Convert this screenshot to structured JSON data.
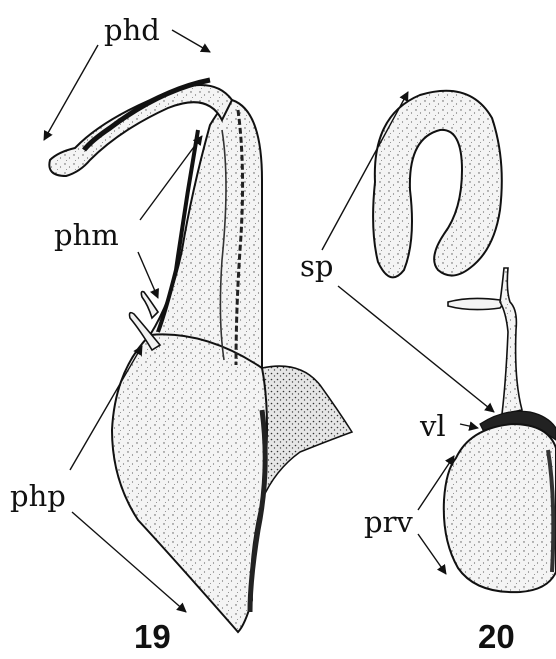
{
  "figures": [
    {
      "number": "19",
      "labels": {
        "phd": "phd",
        "phm": "phm",
        "php": "php"
      }
    },
    {
      "number": "20",
      "labels": {
        "sp": "sp",
        "vl": "vl",
        "prv": "prv"
      }
    }
  ],
  "colors": {
    "ink": "#111111",
    "paper": "#ffffff",
    "stipple_light": "#ededed",
    "stipple_dark": "#cfcfcf"
  }
}
